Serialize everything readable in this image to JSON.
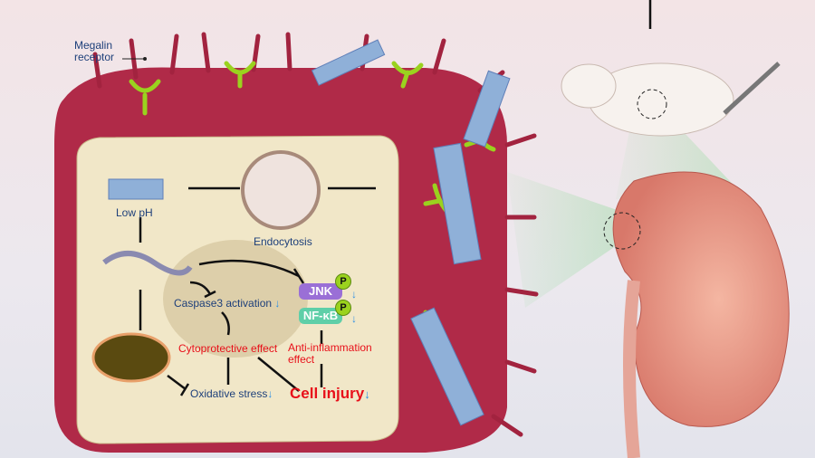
{
  "labels": {
    "megalin": "Megalin\nreceptor",
    "megalin_line1": "Megalin",
    "megalin_line2": "receptor",
    "low_ph": "Low pH",
    "endocytosis": "Endocytosis",
    "caspase": "Caspase3 activation",
    "jnk": "JNK",
    "nfkb": "NF-κB",
    "p": "P",
    "cytoprotective": "Cytoprotective effect",
    "anti_line1": "Anti-inflammation",
    "anti_line2": "effect",
    "oxidative": "Oxidative stress",
    "cell_injury": "Cell injury",
    "down_arrow": "↓"
  },
  "colors": {
    "cell": "#b02a48",
    "interior": "#f1e7c8",
    "jnk": "#9a6fd6",
    "nfkb": "#5fcfa8",
    "text_blue": "#1d3f7a",
    "text_red": "#e8101a"
  }
}
